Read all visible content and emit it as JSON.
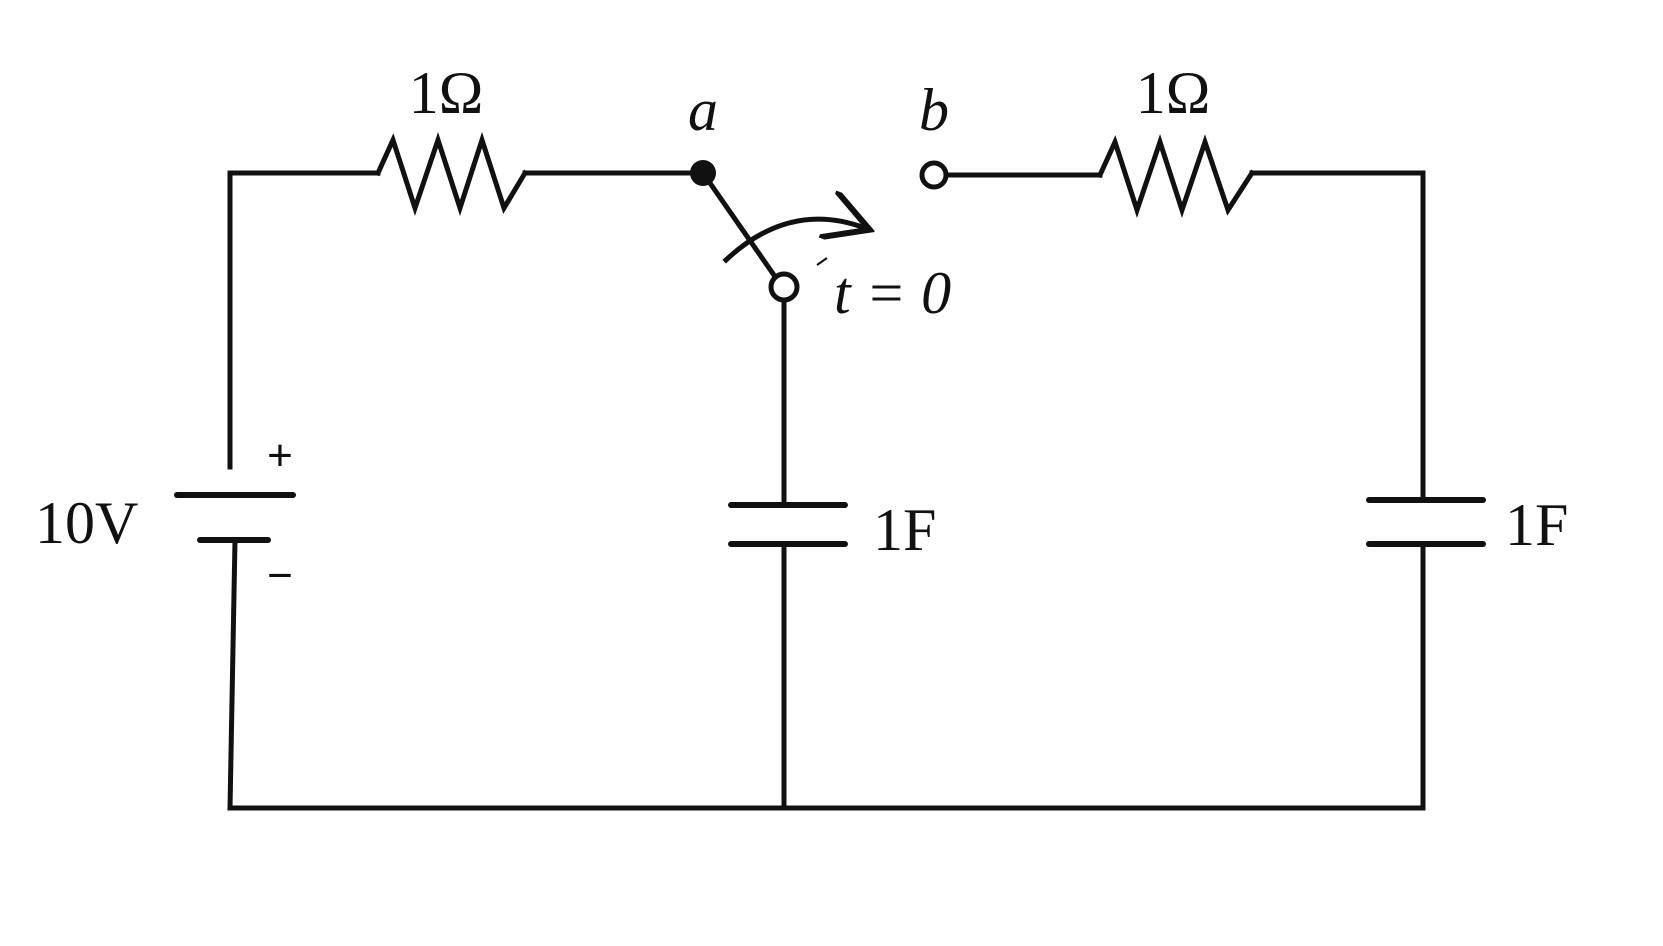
{
  "diagram": {
    "components": {
      "left_resistor": {
        "label": "1Ω"
      },
      "right_resistor": {
        "label": "1Ω"
      },
      "source": {
        "label": "10V",
        "plus": "+",
        "minus": "−"
      },
      "middle_capacitor": {
        "label": "1F"
      },
      "right_capacitor": {
        "label": "1F"
      },
      "switch": {
        "time_label": "t = 0",
        "node_a": "a",
        "node_b": "b"
      }
    }
  }
}
